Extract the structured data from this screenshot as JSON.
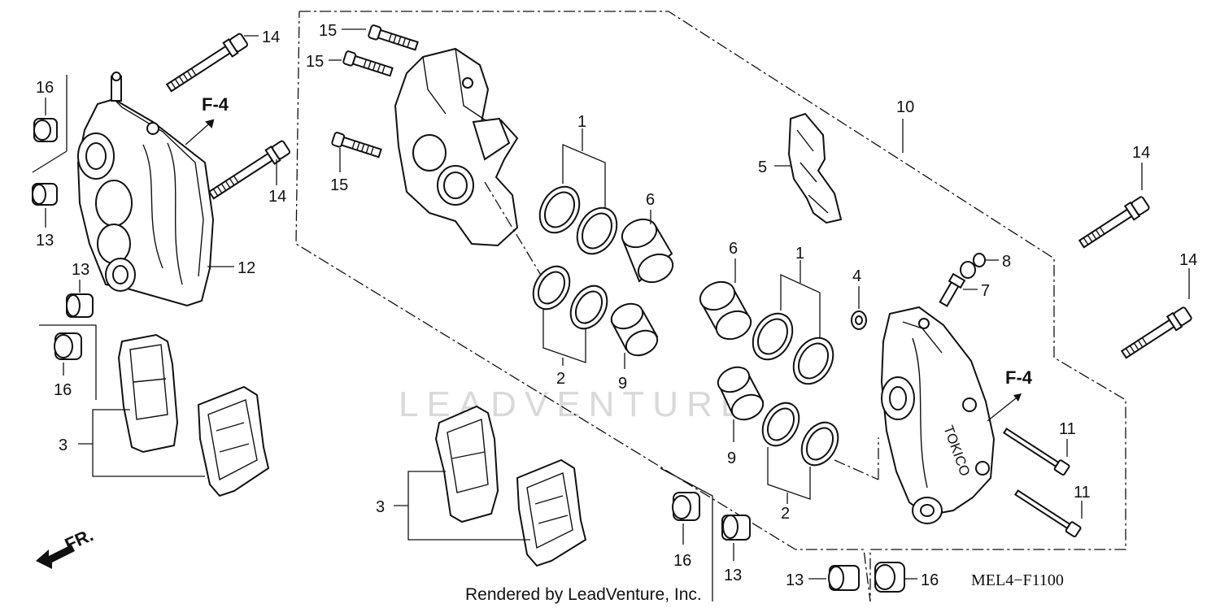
{
  "diagram": {
    "watermark": "LEADVENTURE",
    "credit": "Rendered by LeadVenture, Inc.",
    "diagram_code": "MEL4−F1100",
    "direction_label": "FR.",
    "ref_left": "F-4",
    "ref_right": "F-4",
    "callouts": {
      "c14a": "14",
      "c14b": "14",
      "c14c": "14",
      "c14d": "14",
      "c16a": "16",
      "c16b": "16",
      "c16c": "16",
      "c16d": "16",
      "c13a": "13",
      "c13b": "13",
      "c13c": "13",
      "c13d": "13",
      "c12": "12",
      "c3a": "3",
      "c3b": "3",
      "c15a": "15",
      "c15b": "15",
      "c15c": "15",
      "c1a": "1",
      "c1b": "1",
      "c2a": "2",
      "c2b": "2",
      "c6a": "6",
      "c6b": "6",
      "c9a": "9",
      "c9b": "9",
      "c10": "10",
      "c5": "5",
      "c4": "4",
      "c8": "8",
      "c7": "7",
      "c11a": "11",
      "c11b": "11"
    },
    "caliper_brand": "TOKICO"
  }
}
